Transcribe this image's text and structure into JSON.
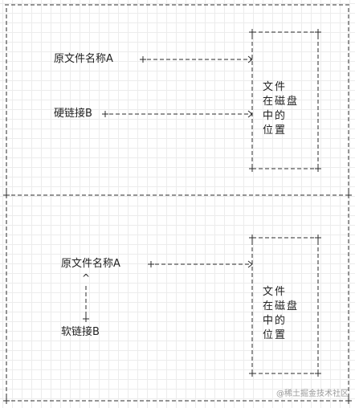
{
  "top_panel": {
    "original_label": "原文件名称A",
    "link_label": "硬链接B",
    "box_lines": [
      "文件",
      "在磁盘",
      "中的",
      "位置"
    ]
  },
  "bottom_panel": {
    "original_label": "原文件名称A",
    "link_label": "软链接B",
    "caret": "^",
    "box_lines": [
      "文件",
      "在磁盘",
      "中的",
      "位置"
    ]
  },
  "watermark": "@稀土掘金技术社区"
}
